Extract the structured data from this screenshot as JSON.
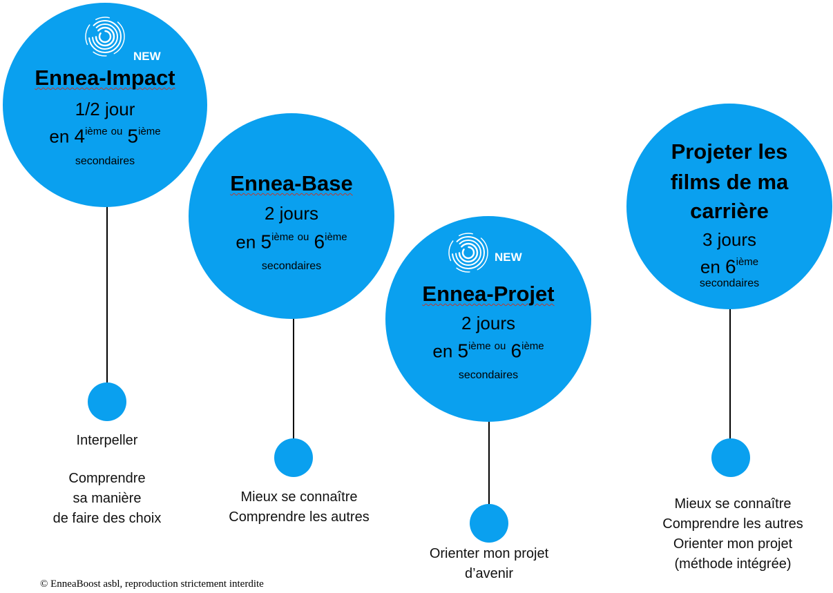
{
  "colors": {
    "circle": "#0aa0ef",
    "line": "#000000",
    "badge": "#ffffff"
  },
  "badges": {
    "new": "NEW"
  },
  "modules": [
    {
      "title": "Ennea-Impact",
      "duration": "1/2 jour",
      "level_prefix": "en",
      "level_a": "4",
      "level_a_sup": "ième",
      "level_joiner": "ou",
      "level_b": "5",
      "level_b_sup": "ième",
      "secondaires": "secondaires",
      "is_new": true,
      "captions": [
        "Interpeller",
        "Comprendre",
        "sa manière",
        "de faire des choix"
      ]
    },
    {
      "title": "Ennea-Base",
      "duration": "2 jours",
      "level_prefix": "en",
      "level_a": "5",
      "level_a_sup": "ième",
      "level_joiner": "ou",
      "level_b": "6",
      "level_b_sup": "ième",
      "secondaires": "secondaires",
      "is_new": false,
      "captions": [
        "Mieux se connaître",
        "Comprendre les autres"
      ]
    },
    {
      "title": "Ennea-Projet",
      "duration": "2 jours",
      "level_prefix": "en",
      "level_a": "5",
      "level_a_sup": "ième",
      "level_joiner": "ou",
      "level_b": "6",
      "level_b_sup": "ième",
      "secondaires": "secondaires",
      "is_new": true,
      "captions": [
        "Orienter mon projet",
        "d’avenir"
      ]
    },
    {
      "title_lines": [
        "Projeter les",
        "films de ma",
        "carrière"
      ],
      "duration": "3 jours",
      "level_prefix": "en",
      "level_a": "6",
      "level_a_sup": "ième",
      "secondaires": "secondaires",
      "is_new": false,
      "captions": [
        "Mieux se connaître",
        "Comprendre les autres",
        "Orienter mon projet",
        "(méthode intégrée)"
      ]
    }
  ],
  "copyright": "© EnneaBoost asbl, reproduction strictement interdite"
}
